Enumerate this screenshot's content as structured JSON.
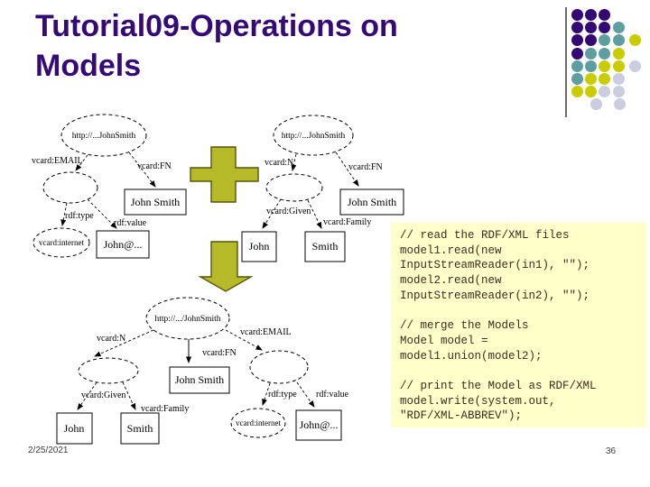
{
  "slide": {
    "title": "Tutorial09-Operations on Models",
    "date": "2/25/2021",
    "page_number": "36",
    "title_color": "#340a75"
  },
  "decoration": {
    "colors": {
      "P": "#330873",
      "T": "#5f9ea0",
      "Y": "#c9cd00",
      "G": "#c9cddf"
    },
    "dots": [
      [
        [
          0,
          "P"
        ],
        [
          1,
          "P"
        ],
        [
          2,
          "P"
        ]
      ],
      [
        [
          0,
          "P"
        ],
        [
          1,
          "P"
        ],
        [
          2,
          "P"
        ],
        [
          3,
          "T"
        ]
      ],
      [
        [
          0,
          "P"
        ],
        [
          1,
          "P"
        ],
        [
          2,
          "T"
        ],
        [
          3,
          "T"
        ],
        [
          4.2,
          "Y"
        ]
      ],
      [
        [
          0,
          "P"
        ],
        [
          1,
          "T"
        ],
        [
          2,
          "T"
        ],
        [
          3,
          "Y"
        ]
      ],
      [
        [
          0,
          "T"
        ],
        [
          1,
          "T"
        ],
        [
          2,
          "Y"
        ],
        [
          3,
          "Y"
        ],
        [
          4.2,
          "G"
        ]
      ],
      [
        [
          0,
          "T"
        ],
        [
          1,
          "Y"
        ],
        [
          2,
          "Y"
        ],
        [
          3,
          "G"
        ]
      ],
      [
        [
          0,
          "Y"
        ],
        [
          1,
          "Y"
        ],
        [
          2,
          "G"
        ],
        [
          3,
          "G"
        ]
      ],
      [
        [
          1.4,
          "G"
        ],
        [
          3.1,
          "G"
        ]
      ]
    ]
  },
  "operators": {
    "plus_color": "#b6ba28",
    "arrow_color": "#b6ba28"
  },
  "graph_left": {
    "resource": "http://...JohnSmith",
    "edge_email": "vcard:EMAIL",
    "edge_fn": "vcard:FN",
    "node_fullname": "John Smith",
    "edge_rdftype": "rdf:type",
    "edge_rdfvalue": "rdf:value",
    "node_internet": "vcard:internet",
    "node_email_literal": "John@..."
  },
  "graph_right": {
    "resource": "http://...JohnSmith",
    "edge_n": "vcard:N",
    "edge_fn": "vcard:FN",
    "node_fullname": "John Smith",
    "edge_given": "vcard:Given",
    "edge_family": "vcard:Family",
    "node_given": "John",
    "node_family": "Smith"
  },
  "graph_merged": {
    "resource": "http://.../JohnSmith",
    "edge_n": "vcard:N",
    "edge_fn": "vcard:FN",
    "edge_email": "vcard:EMAIL",
    "node_fullname": "John Smith",
    "edge_given": "vcard:Given",
    "edge_family": "vcard:Family",
    "node_given": "John",
    "node_family": "Smith",
    "edge_rdftype": "rdf:type",
    "edge_rdfvalue": "rdf:value",
    "node_internet": "vcard:internet",
    "node_email_literal": "John@..."
  },
  "code_panel": {
    "background": "#ffffc9",
    "text_color": "#3d2b1f",
    "code": "// read the RDF/XML files\nmodel1.read(new\nInputStreamReader(in1), \"\");\nmodel2.read(new\nInputStreamReader(in2), \"\");\n\n// merge the Models\nModel model =\nmodel1.union(model2);\n\n// print the Model as RDF/XML\nmodel.write(system.out,\n\"RDF/XML-ABBREV\");"
  }
}
